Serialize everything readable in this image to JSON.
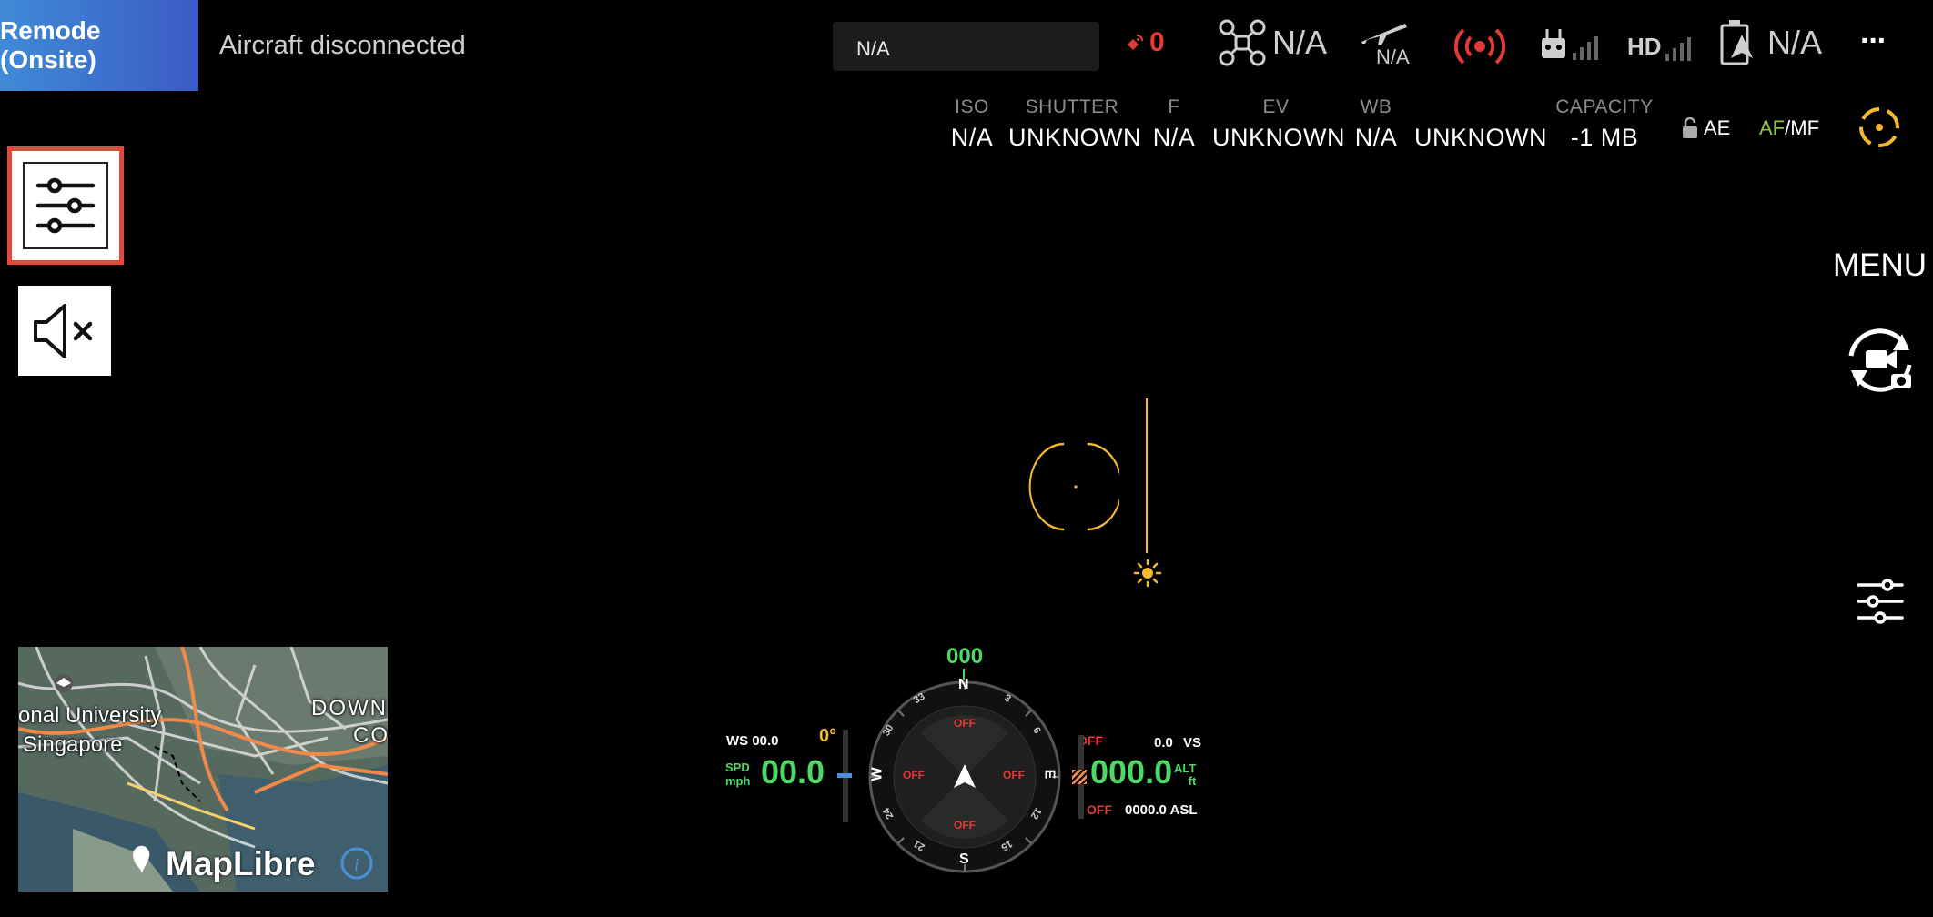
{
  "header": {
    "brand_label": "Remode (Onsite)",
    "connection_status": "Aircraft disconnected",
    "info_field": "N/A",
    "signal_count": "0",
    "aircraft_value": "N/A",
    "flight_mode_value": "N/A",
    "battery_value": "N/A",
    "hd_label": "HD",
    "more_label": "···"
  },
  "camera": {
    "params": [
      {
        "label": "ISO",
        "value": "N/A"
      },
      {
        "label": "SHUTTER",
        "value": "UNKNOWN"
      },
      {
        "label": "F",
        "value": "N/A"
      },
      {
        "label": "EV",
        "value": "UNKNOWN"
      },
      {
        "label": "WB",
        "value": "N/A"
      },
      {
        "label": "",
        "value": "UNKNOWN"
      },
      {
        "label": "CAPACITY",
        "value": "-1 MB"
      }
    ],
    "ae_label": "AE",
    "af_label": "AF",
    "mf_label": "/MF"
  },
  "right_panel": {
    "menu_label": "MENU"
  },
  "map": {
    "label_university": "onal University",
    "label_singapore": "Singapore",
    "label_down": "DOWN",
    "label_co": "CO",
    "logo_text": "MapLibre"
  },
  "hud": {
    "heading": "000",
    "ws_label": "WS 00.0",
    "gimbal_pitch": "0°",
    "spd_label_1": "SPD",
    "spd_label_2": "mph",
    "speed_value": "00.0",
    "compass_n": "N",
    "compass_s": "S",
    "compass_e": "E",
    "compass_w": "W",
    "tick_3": "3",
    "tick_6": "6",
    "tick_12": "12",
    "tick_15": "15",
    "tick_21": "21",
    "tick_24": "24",
    "tick_30": "30",
    "tick_33": "33",
    "off_top": "OFF",
    "off_bottom": "OFF",
    "off_left": "OFF",
    "off_right": "OFF",
    "off_alt_top": "OFF",
    "off_alt_bottom": "OFF",
    "vs_value": "0.0",
    "vs_label": "VS",
    "alt_value": "000.0",
    "alt_label_1": "ALT",
    "alt_label_2": "ft",
    "asl_value": "0000.0 ASL"
  },
  "colors": {
    "accent_yellow": "#f5b82e",
    "hud_green": "#4cd964",
    "warn_red": "#e53935",
    "brand_blue": "#3b6fcf"
  }
}
